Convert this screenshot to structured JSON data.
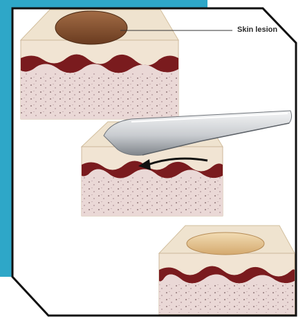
{
  "figure": {
    "label": "Skin lesion",
    "colors": {
      "frame_accent": "#2ea7c8",
      "frame_border": "#111111",
      "skin_top": "#efe3cf",
      "skin_top_edge": "#d9c7a8",
      "epidermis": "#f1e4d3",
      "dermis_red": "#7a1b1e",
      "subcutis": "#ead8d6",
      "speck": "#5a3a40",
      "lesion_dark": "#7b4a2a",
      "lesion_light": "#e6c38f",
      "blade_light": "#e9eaec",
      "blade_dark": "#8d9196",
      "arrow": "#111111"
    },
    "panels": [
      {
        "step": 1,
        "lesion": "raised-dark",
        "has_label": true
      },
      {
        "step": 2,
        "lesion": "being-shaved",
        "instrument": "razor-blade",
        "arrow": "cut-direction"
      },
      {
        "step": 3,
        "lesion": "flattened-light"
      }
    ]
  }
}
